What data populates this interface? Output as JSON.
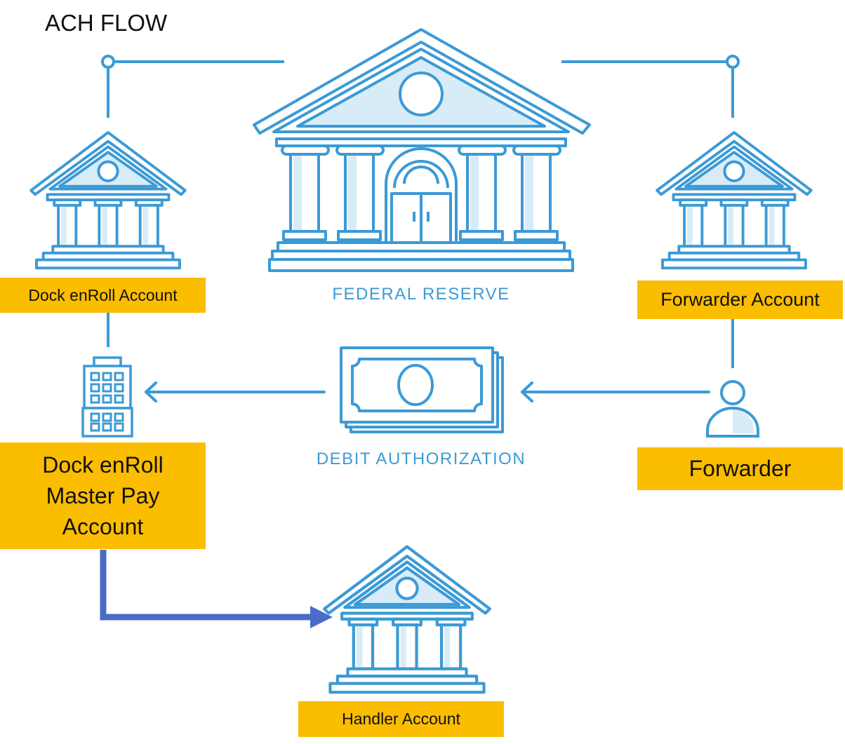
{
  "title": "ACH FLOW",
  "nodes": {
    "federal_reserve": "FEDERAL RESERVE",
    "debit_authorization": "DEBIT AUTHORIZATION",
    "dock_account": "Dock enRoll Account",
    "forwarder_account": "Forwarder Account",
    "master_pay": "Dock enRoll\nMaster Pay\nAccount",
    "forwarder": "Forwarder",
    "handler_account": "Handler Account"
  },
  "colors": {
    "icon_stroke": "#3b9ad6",
    "icon_fill_light": "#d8ecf8",
    "label_fill": "#fbbd00",
    "flow_arrow": "#4a6cc7"
  }
}
